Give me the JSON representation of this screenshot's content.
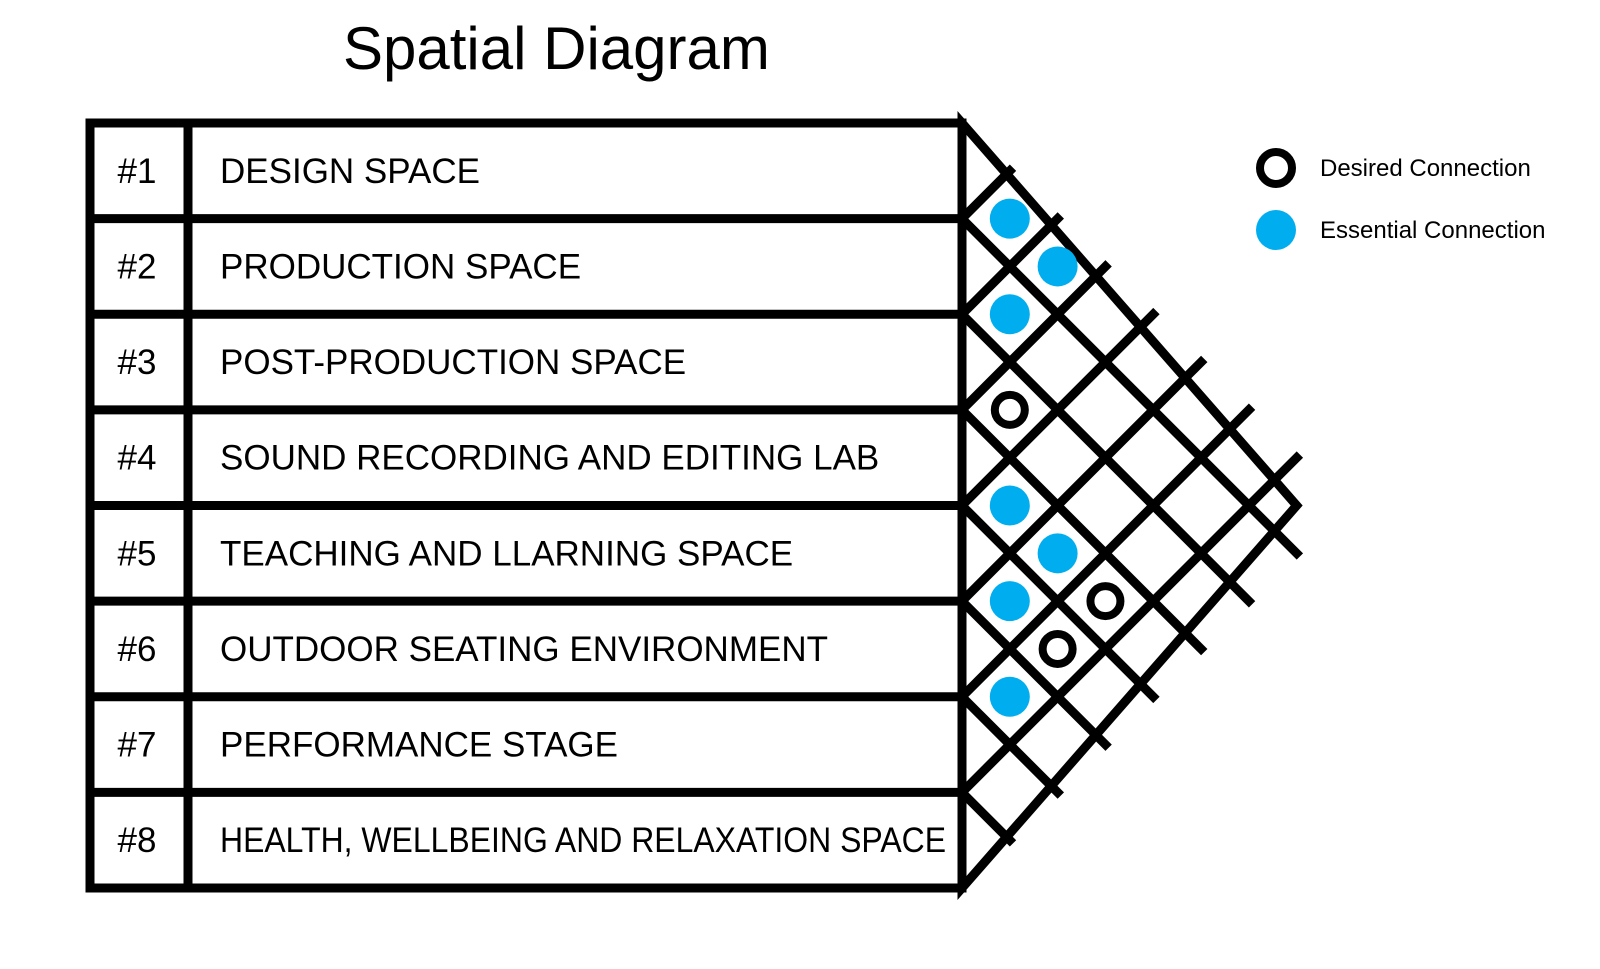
{
  "title": "Spatial Diagram",
  "rooms": [
    {
      "number": "#1",
      "name": "DESIGN SPACE"
    },
    {
      "number": "#2",
      "name": "PRODUCTION SPACE"
    },
    {
      "number": "#3",
      "name": "POST-PRODUCTION SPACE"
    },
    {
      "number": "#4",
      "name": "SOUND RECORDING AND EDITING LAB"
    },
    {
      "number": "#5",
      "name": "TEACHING AND LLARNING SPACE"
    },
    {
      "number": "#6",
      "name": "OUTDOOR SEATING ENVIRONMENT"
    },
    {
      "number": "#7",
      "name": "PERFORMANCE STAGE"
    },
    {
      "number": "#8",
      "name": "HEALTH, WELLBEING AND RELAXATION SPACE"
    }
  ],
  "legend": [
    {
      "type": "desired",
      "label": "Desired Connection"
    },
    {
      "type": "essential",
      "label": "Essential Connection"
    }
  ],
  "connections": [
    {
      "rooms": [
        1,
        2
      ],
      "type": "essential"
    },
    {
      "rooms": [
        1,
        3
      ],
      "type": "essential"
    },
    {
      "rooms": [
        2,
        3
      ],
      "type": "essential"
    },
    {
      "rooms": [
        3,
        4
      ],
      "type": "desired"
    },
    {
      "rooms": [
        4,
        5
      ],
      "type": "essential"
    },
    {
      "rooms": [
        4,
        6
      ],
      "type": "essential"
    },
    {
      "rooms": [
        4,
        7
      ],
      "type": "desired"
    },
    {
      "rooms": [
        5,
        6
      ],
      "type": "essential"
    },
    {
      "rooms": [
        5,
        7
      ],
      "type": "desired"
    },
    {
      "rooms": [
        6,
        7
      ],
      "type": "essential"
    }
  ],
  "colors": {
    "line": "#000000",
    "essential": "#00aeef",
    "background": "#ffffff"
  }
}
